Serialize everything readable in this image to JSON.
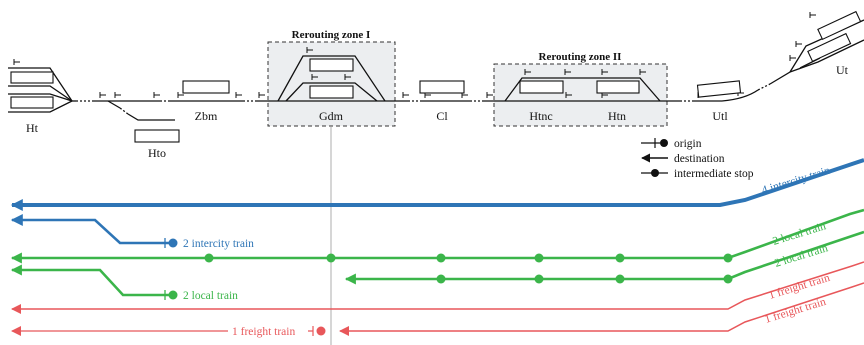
{
  "zones": {
    "zone1": {
      "label": "Rerouting zone I"
    },
    "zone2": {
      "label": "Rerouting zone II"
    }
  },
  "stations": {
    "ht": "Ht",
    "hto": "Hto",
    "zbm": "Zbm",
    "gdm": "Gdm",
    "cl": "Cl",
    "htnc": "Htnc",
    "htn": "Htn",
    "utl": "Utl",
    "ut": "Ut"
  },
  "legend": {
    "origin": "origin",
    "destination": "destination",
    "intermediate": "intermediate stop"
  },
  "trains": {
    "t1": "4 intercity train",
    "t2": "2 intercity train",
    "t3": "2 local train",
    "t4": "2 local train",
    "t5": "2 local train",
    "t6": "1 freight train",
    "t7": "1 freight train",
    "t8": "1 freight train"
  },
  "colors": {
    "intercity": "#2e75b6",
    "local": "#3bb54a",
    "freight": "#e8575a",
    "zone_fill": "#eceef0",
    "track": "#111111"
  }
}
